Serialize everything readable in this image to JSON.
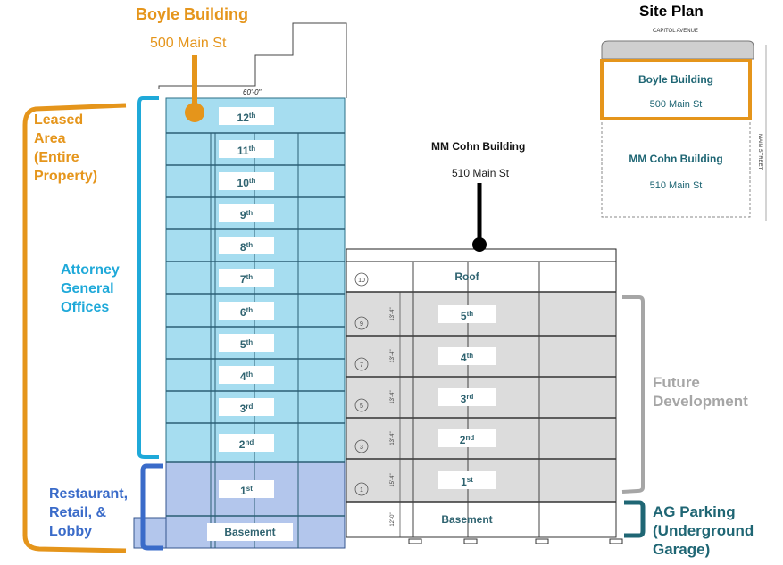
{
  "boyle": {
    "name": "Boyle Building",
    "address": "500 Main St",
    "dimension": "60'-0\"",
    "floors": [
      {
        "num": "12",
        "suffix": "th"
      },
      {
        "num": "11",
        "suffix": "th"
      },
      {
        "num": "10",
        "suffix": "th"
      },
      {
        "num": "9",
        "suffix": "th"
      },
      {
        "num": "8",
        "suffix": "th"
      },
      {
        "num": "7",
        "suffix": "th"
      },
      {
        "num": "6",
        "suffix": "th"
      },
      {
        "num": "5",
        "suffix": "th"
      },
      {
        "num": "4",
        "suffix": "th"
      },
      {
        "num": "3",
        "suffix": "rd"
      },
      {
        "num": "2",
        "suffix": "nd"
      },
      {
        "num": "1",
        "suffix": "st"
      },
      {
        "num": "Basement",
        "suffix": ""
      }
    ]
  },
  "cohn": {
    "name": "MM Cohn Building",
    "address": "510 Main St",
    "floors": [
      {
        "num": "Roof",
        "suffix": "",
        "grid": "10",
        "height": ""
      },
      {
        "num": "5",
        "suffix": "th",
        "grid": "9",
        "height": "13'-4\""
      },
      {
        "num": "4",
        "suffix": "th",
        "grid": "7",
        "height": "13'-4\""
      },
      {
        "num": "3",
        "suffix": "rd",
        "grid": "5",
        "height": "13'-4\""
      },
      {
        "num": "2",
        "suffix": "nd",
        "grid": "3",
        "height": "13'-4\""
      },
      {
        "num": "1",
        "suffix": "st",
        "grid": "1",
        "height": "15'-4\""
      },
      {
        "num": "Basement",
        "suffix": "",
        "grid": "",
        "height": "12'-0\""
      }
    ]
  },
  "annotations": {
    "leased_area": "Leased Area (Entire Property)",
    "leased_lines": [
      "Leased",
      "Area",
      "(Entire",
      "Property)"
    ],
    "ag_offices_lines": [
      "Attorney",
      "General",
      "Offices"
    ],
    "retail_lines": [
      "Restaurant,",
      "Retail, &",
      "Lobby"
    ],
    "future_lines": [
      "Future",
      "Development"
    ],
    "parking_lines": [
      "AG Parking",
      "(Underground",
      "Garage)"
    ]
  },
  "site_plan": {
    "title": "Site Plan",
    "street_top": "CAPITOL AVENUE",
    "street_side": "MAIN STREET",
    "boyle_name": "Boyle Building",
    "boyle_address": "500 Main St",
    "cohn_name": "MM Cohn Building",
    "cohn_address": "510 Main St"
  },
  "colors": {
    "orange": "#E5951B",
    "cyan": "#1FA9D9",
    "blue": "#3A6BC9",
    "teal": "#1F6674",
    "grey": "#A6A6A6",
    "office_fill": "#A6DDF0",
    "retail_fill": "#B3C6EC",
    "cohn_fill": "#DCDCDC"
  }
}
